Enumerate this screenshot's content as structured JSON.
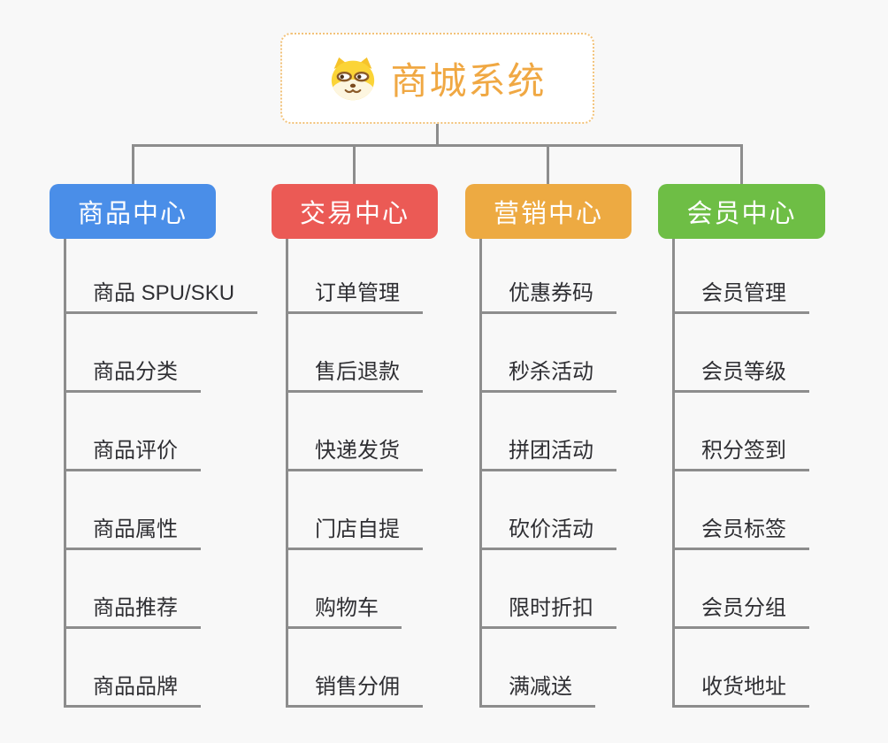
{
  "root": {
    "title": "商城系统",
    "icon": "dog-face-icon",
    "accent_color": "#f0a843",
    "border_color": "#f2c279",
    "background": "#ffffff"
  },
  "canvas": {
    "background": "#f8f8f8",
    "connector_color": "#8d8d8d"
  },
  "branches": [
    {
      "label": "商品中心",
      "color": "#4a8ee8",
      "children": [
        "商品 SPU/SKU",
        "商品分类",
        "商品评价",
        "商品属性",
        "商品推荐",
        "商品品牌"
      ]
    },
    {
      "label": "交易中心",
      "color": "#eb5a55",
      "children": [
        "订单管理",
        "售后退款",
        "快递发货",
        "门店自提",
        "购物车",
        "销售分佣"
      ]
    },
    {
      "label": "营销中心",
      "color": "#edaa42",
      "children": [
        "优惠券码",
        "秒杀活动",
        "拼团活动",
        "砍价活动",
        "限时折扣",
        "满减送"
      ]
    },
    {
      "label": "会员中心",
      "color": "#6ebe45",
      "children": [
        "会员管理",
        "会员等级",
        "积分签到",
        "会员标签",
        "会员分组",
        "收货地址"
      ]
    }
  ]
}
